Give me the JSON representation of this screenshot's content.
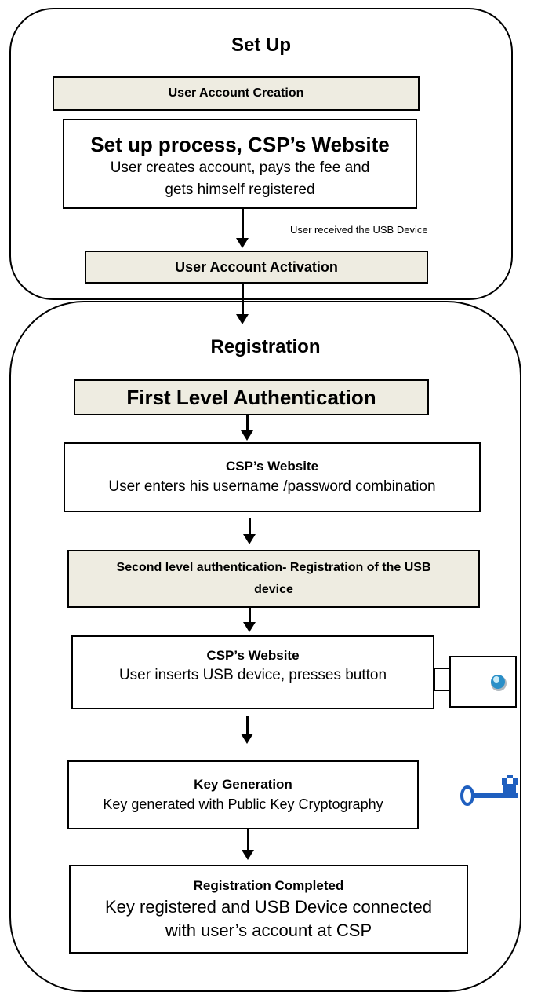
{
  "setup": {
    "title": "Set Up",
    "account_creation": "User Account Creation",
    "website_title": "Set up process, CSP’s Website",
    "website_line1": "User creates account, pays the fee and",
    "website_line2": "gets himself registered",
    "note": "User received the USB Device",
    "account_activation": "User Account Activation"
  },
  "registration": {
    "title": "Registration",
    "first_level": "First Level Authentication",
    "website1_title": "CSP’s Website",
    "website1_text": "User enters his username /password combination",
    "second_level_line1": "Second level authentication- Registration of the USB",
    "second_level_line2": "device",
    "website2_title": "CSP’s Website",
    "website2_text": "User inserts USB device, presses button",
    "keygen_title": "Key Generation",
    "keygen_text": "Key generated with Public Key Cryptography",
    "completed_title": "Registration Completed",
    "completed_line1": "Key registered and USB Device connected",
    "completed_line2": "with user’s account at CSP"
  },
  "icons": {
    "usb": "usb-device-icon",
    "key": "key-icon"
  },
  "colors": {
    "beige": "#eeece1",
    "key_blue": "#1f5fbf",
    "usb_blue": "#2a8fc8"
  }
}
